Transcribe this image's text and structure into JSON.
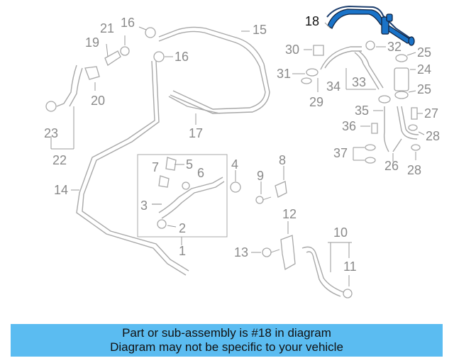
{
  "labels": {
    "p1": "1",
    "p2": "2",
    "p3": "3",
    "p4": "4",
    "p5": "5",
    "p6": "6",
    "p7": "7",
    "p8": "8",
    "p9": "9",
    "p10": "10",
    "p11": "11",
    "p12": "12",
    "p13": "13",
    "p14": "14",
    "p15": "15",
    "p16a": "16",
    "p16b": "16",
    "p17": "17",
    "p18": "18",
    "p19": "19",
    "p20": "20",
    "p21": "21",
    "p22": "22",
    "p23": "23",
    "p24": "24",
    "p25a": "25",
    "p25b": "25",
    "p26": "26",
    "p27": "27",
    "p28a": "28",
    "p28b": "28",
    "p29": "29",
    "p30": "30",
    "p31": "31",
    "p32": "32",
    "p33": "33",
    "p34": "34",
    "p35": "35",
    "p36": "36",
    "p37": "37"
  },
  "banner": {
    "line1": "Part or sub-assembly is #18 in diagram",
    "line2": "Diagram may not be specific to your vehicle"
  },
  "colors": {
    "banner_bg": "#5bbcf1",
    "highlight_part": "#1a73c8",
    "line_art": "#a8a8a8"
  }
}
